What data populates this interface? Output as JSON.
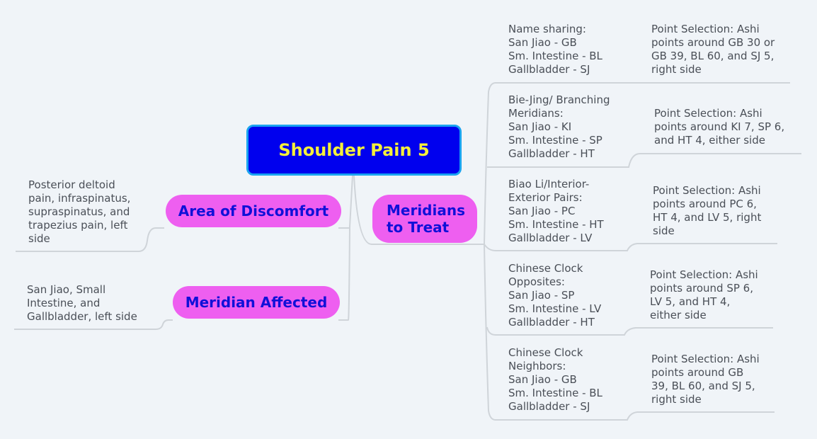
{
  "root": {
    "title": "Shoulder Pain 5"
  },
  "colors": {
    "background": "#f0f4f8",
    "root_fill": "#0000ee",
    "root_border": "#1aa3f0",
    "root_text": "#f5f03a",
    "branch_fill": "#ee5ff0",
    "branch_text": "#1010d8",
    "leaf_text": "#4a4f57",
    "connector": "#cfd4d9"
  },
  "left_branches": [
    {
      "label": "Area of Discomfort",
      "detail": "Posterior deltoid\npain, infraspinatus,\nsupraspinatus, and\ntrapezius pain, left\nside"
    },
    {
      "label": "Meridian Affected",
      "detail": "San Jiao, Small\nIntestine, and\nGallbladder, left side"
    }
  ],
  "right_branch": {
    "label": "Meridians\nto Treat",
    "children": [
      {
        "category": "Name sharing:\nSan Jiao - GB\nSm. Intestine - BL\nGallbladder - SJ",
        "points": "Point Selection: Ashi\npoints around GB 30 or\nGB 39, BL 60, and SJ 5,\nright side"
      },
      {
        "category": "Bie-Jing/ Branching\nMeridians:\nSan Jiao - KI\nSm. Intestine - SP\nGallbladder - HT",
        "points": "Point Selection: Ashi\npoints around KI 7, SP 6,\nand HT 4, either side"
      },
      {
        "category": "Biao Li/Interior-\nExterior Pairs:\nSan Jiao - PC\nSm. Intestine - HT\nGallbladder - LV",
        "points": "Point Selection: Ashi\npoints around PC 6,\nHT 4, and LV 5, right\nside"
      },
      {
        "category": "Chinese Clock\nOpposites:\nSan Jiao - SP\nSm. Intestine - LV\nGallbladder - HT",
        "points": "Point Selection: Ashi\npoints around SP 6,\nLV 5, and HT 4,\neither side"
      },
      {
        "category": "Chinese Clock\nNeighbors:\nSan Jiao - GB\nSm. Intestine - BL\nGallbladder - SJ",
        "points": "Point Selection: Ashi\npoints around GB\n39, BL 60, and SJ 5,\nright side"
      }
    ]
  }
}
